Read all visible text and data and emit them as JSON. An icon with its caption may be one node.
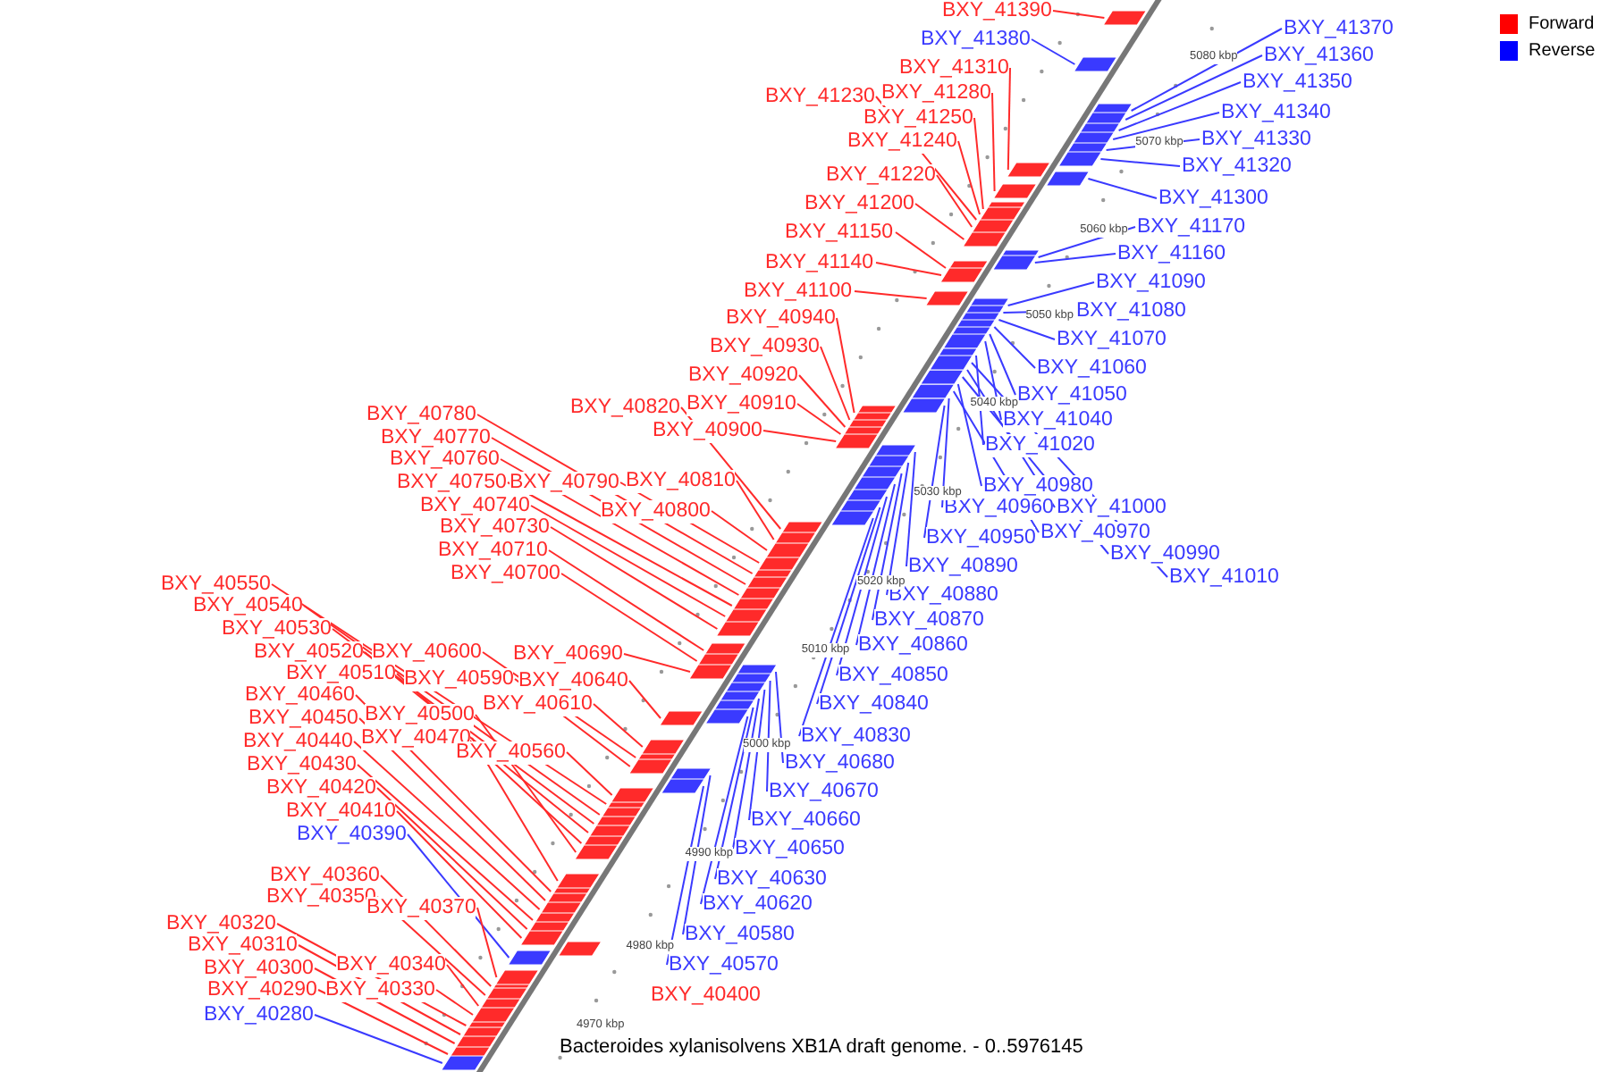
{
  "diagram": {
    "caption": "Bacteroides xylanisolvens XB1A draft genome. - 0..5976145",
    "nodes": [
      {
        "text": [
          "BXY_41390"
        ]
      },
      {
        "text": [
          "BXY_41380"
        ]
      },
      {
        "text": [
          "BXY_41310"
        ]
      },
      {
        "text": [
          "BXY_41280"
        ]
      },
      {
        "text": [
          "BXY_41230"
        ]
      },
      {
        "text": [
          "BXY_41250"
        ]
      },
      {
        "text": [
          "BXY_41240"
        ]
      },
      {
        "text": [
          "BXY_41220"
        ]
      },
      {
        "text": [
          "BXY_41200"
        ]
      },
      {
        "text": [
          "BXY_41150"
        ]
      },
      {
        "text": [
          "BXY_41140"
        ]
      },
      {
        "text": [
          "BXY_41100"
        ]
      },
      {
        "text": [
          "BXY_40940"
        ]
      },
      {
        "text": [
          "BXY_40930"
        ]
      },
      {
        "text": [
          "BXY_40920"
        ]
      },
      {
        "text": [
          "BXY_40910"
        ]
      },
      {
        "text": [
          "BXY_40820"
        ]
      },
      {
        "text": [
          "BXY_40900"
        ]
      },
      {
        "text": [
          "BXY_40780"
        ]
      },
      {
        "text": [
          "BXY_40770"
        ]
      },
      {
        "text": [
          "BXY_40760"
        ]
      },
      {
        "text": [
          "BXY_40750"
        ]
      },
      {
        "text": [
          "BXY_40790"
        ]
      },
      {
        "text": [
          "BXY_40810"
        ]
      },
      {
        "text": [
          "BXY_40740"
        ]
      },
      {
        "text": [
          "BXY_40800"
        ]
      },
      {
        "text": [
          "BXY_40730"
        ]
      },
      {
        "text": [
          "BXY_40710"
        ]
      },
      {
        "text": [
          "BXY_40700"
        ]
      },
      {
        "text": [
          "BXY_40550"
        ]
      },
      {
        "text": [
          "BXY_40540"
        ]
      },
      {
        "text": [
          "BXY_40530"
        ]
      },
      {
        "text": [
          "BXY_40520"
        ]
      },
      {
        "text": [
          "BXY_40600"
        ]
      },
      {
        "text": [
          "BXY_40690"
        ]
      },
      {
        "text": [
          "BXY_40510"
        ]
      },
      {
        "text": [
          "BXY_40590"
        ]
      },
      {
        "text": [
          "BXY_40640"
        ]
      },
      {
        "text": [
          "BXY_40460"
        ]
      },
      {
        "text": [
          "BXY_40610"
        ]
      },
      {
        "text": [
          "BXY_40450"
        ]
      },
      {
        "text": [
          "BXY_40500"
        ]
      },
      {
        "text": [
          "BXY_40440"
        ]
      },
      {
        "text": [
          "BXY_40470"
        ]
      },
      {
        "text": [
          "BXY_40560"
        ]
      },
      {
        "text": [
          "BXY_40430"
        ]
      },
      {
        "text": [
          "BXY_40420"
        ]
      },
      {
        "text": [
          "BXY_40410"
        ]
      },
      {
        "text": [
          "BXY_40390"
        ]
      },
      {
        "text": [
          "BXY_40360"
        ]
      },
      {
        "text": [
          "BXY_40350"
        ]
      },
      {
        "text": [
          "BXY_40370"
        ]
      },
      {
        "text": [
          "BXY_40320"
        ]
      },
      {
        "text": [
          "BXY_40310"
        ]
      },
      {
        "text": [
          "BXY_40340"
        ]
      },
      {
        "text": [
          "BXY_40300"
        ]
      },
      {
        "text": [
          "BXY_40290"
        ]
      },
      {
        "text": [
          "BXY_40330"
        ]
      },
      {
        "text": [
          "BXY_40280"
        ]
      },
      {
        "text": [
          "BXY_41370"
        ]
      },
      {
        "text": [
          "BXY_41360"
        ]
      },
      {
        "text": [
          "BXY_41350"
        ]
      },
      {
        "text": [
          "BXY_41340"
        ]
      },
      {
        "text": [
          "BXY_41330"
        ]
      },
      {
        "text": [
          "BXY_41320"
        ]
      },
      {
        "text": [
          "BXY_41300"
        ]
      },
      {
        "text": [
          "BXY_41170"
        ]
      },
      {
        "text": [
          "BXY_41160"
        ]
      },
      {
        "text": [
          "BXY_41090"
        ]
      },
      {
        "text": [
          "BXY_41080"
        ]
      },
      {
        "text": [
          "BXY_41070"
        ]
      },
      {
        "text": [
          "BXY_41060"
        ]
      },
      {
        "text": [
          "BXY_41050"
        ]
      },
      {
        "text": [
          "BXY_41040"
        ]
      },
      {
        "text": [
          "BXY_41020"
        ]
      },
      {
        "text": [
          "BXY_40980"
        ]
      },
      {
        "text": [
          "BXY_41000"
        ]
      },
      {
        "text": [
          "BXY_40960"
        ]
      },
      {
        "text": [
          "BXY_40970"
        ]
      },
      {
        "text": [
          "BXY_40950"
        ]
      },
      {
        "text": [
          "BXY_40990"
        ]
      },
      {
        "text": [
          "BXY_41010"
        ]
      },
      {
        "text": [
          "BXY_40890"
        ]
      },
      {
        "text": [
          "BXY_40880"
        ]
      },
      {
        "text": [
          "BXY_40870"
        ]
      },
      {
        "text": [
          "BXY_40860"
        ]
      },
      {
        "text": [
          "BXY_40850"
        ]
      },
      {
        "text": [
          "BXY_40840"
        ]
      },
      {
        "text": [
          "BXY_40830"
        ]
      },
      {
        "text": [
          "BXY_40680"
        ]
      },
      {
        "text": [
          "BXY_40670"
        ]
      },
      {
        "text": [
          "BXY_40660"
        ]
      },
      {
        "text": [
          "BXY_40650"
        ]
      },
      {
        "text": [
          "BXY_40630"
        ]
      },
      {
        "text": [
          "BXY_40620"
        ]
      },
      {
        "text": [
          "BXY_40580"
        ]
      },
      {
        "text": [
          "BXY_40570"
        ]
      },
      {
        "text": [
          "BXY_40400"
        ]
      }
    ],
    "edges": [
      {
        "from": 0,
        "to": null,
        "arrow": "none"
      },
      {
        "from": 1,
        "to": null,
        "arrow": "none",
        "color": "#3a3aff"
      },
      {
        "from": 2,
        "to": null,
        "arrow": "none"
      },
      {
        "from": 3,
        "to": null,
        "arrow": "none"
      },
      {
        "from": 4,
        "to": null,
        "arrow": "none"
      },
      {
        "from": 5,
        "to": null,
        "arrow": "none"
      },
      {
        "from": 6,
        "to": null,
        "arrow": "none"
      },
      {
        "from": 7,
        "to": null,
        "arrow": "none"
      },
      {
        "from": 8,
        "to": null,
        "arrow": "none"
      },
      {
        "from": 9,
        "to": null,
        "arrow": "none"
      },
      {
        "from": 10,
        "to": null,
        "arrow": "none"
      },
      {
        "from": 11,
        "to": null,
        "arrow": "none"
      },
      {
        "from": 12,
        "to": null,
        "arrow": "none"
      },
      {
        "from": 13,
        "to": null,
        "arrow": "none"
      },
      {
        "from": 14,
        "to": null,
        "arrow": "none"
      },
      {
        "from": 15,
        "to": null,
        "arrow": "none"
      },
      {
        "from": 16,
        "to": null,
        "arrow": "none"
      },
      {
        "from": 17,
        "to": null,
        "arrow": "none"
      },
      {
        "from": 18,
        "to": null,
        "arrow": "none"
      },
      {
        "from": 19,
        "to": null,
        "arrow": "none"
      },
      {
        "from": 20,
        "to": null,
        "arrow": "none"
      },
      {
        "from": 21,
        "to": null,
        "arrow": "none"
      },
      {
        "from": 22,
        "to": null,
        "arrow": "none"
      },
      {
        "from": 23,
        "to": null,
        "arrow": "none"
      },
      {
        "from": 24,
        "to": null,
        "arrow": "none"
      },
      {
        "from": 25,
        "to": null,
        "arrow": "none"
      },
      {
        "from": 26,
        "to": null,
        "arrow": "none"
      },
      {
        "from": 27,
        "to": null,
        "arrow": "none"
      },
      {
        "from": 28,
        "to": null,
        "arrow": "none"
      },
      {
        "from": 29,
        "to": null,
        "arrow": "none"
      },
      {
        "from": 30,
        "to": null,
        "arrow": "none"
      },
      {
        "from": 31,
        "to": null,
        "arrow": "none"
      },
      {
        "from": 32,
        "to": null,
        "arrow": "none"
      },
      {
        "from": 33,
        "to": null,
        "arrow": "none"
      },
      {
        "from": 34,
        "to": null,
        "arrow": "none"
      },
      {
        "from": 35,
        "to": null,
        "arrow": "none"
      },
      {
        "from": 36,
        "to": null,
        "arrow": "none"
      },
      {
        "from": 37,
        "to": null,
        "arrow": "none"
      },
      {
        "from": 38,
        "to": null,
        "arrow": "none"
      },
      {
        "from": 39,
        "to": null,
        "arrow": "none"
      },
      {
        "from": 40,
        "to": null,
        "arrow": "none"
      },
      {
        "from": 41,
        "to": null,
        "arrow": "none"
      },
      {
        "from": 42,
        "to": null,
        "arrow": "none"
      },
      {
        "from": 43,
        "to": null,
        "arrow": "none"
      },
      {
        "from": 44,
        "to": null,
        "arrow": "none"
      },
      {
        "from": 45,
        "to": null,
        "arrow": "none"
      },
      {
        "from": 46,
        "to": null,
        "arrow": "none"
      },
      {
        "from": 47,
        "to": null,
        "arrow": "none"
      },
      {
        "from": 48,
        "to": null,
        "arrow": "none",
        "color": "#3a3aff"
      },
      {
        "from": 49,
        "to": null,
        "arrow": "none"
      },
      {
        "from": 50,
        "to": null,
        "arrow": "none"
      },
      {
        "from": 51,
        "to": null,
        "arrow": "none"
      },
      {
        "from": 52,
        "to": null,
        "arrow": "none"
      },
      {
        "from": 53,
        "to": null,
        "arrow": "none"
      },
      {
        "from": 54,
        "to": null,
        "arrow": "none"
      },
      {
        "from": 55,
        "to": null,
        "arrow": "none"
      },
      {
        "from": 56,
        "to": null,
        "arrow": "none"
      },
      {
        "from": 57,
        "to": null,
        "arrow": "none"
      },
      {
        "from": 58,
        "to": null,
        "arrow": "none",
        "color": "#3a3aff"
      },
      {
        "from": 59,
        "to": null,
        "arrow": "none",
        "color": "#3a3aff"
      },
      {
        "from": 60,
        "to": null,
        "arrow": "none",
        "color": "#3a3aff"
      },
      {
        "from": 61,
        "to": null,
        "arrow": "none",
        "color": "#3a3aff"
      },
      {
        "from": 62,
        "to": null,
        "arrow": "none",
        "color": "#3a3aff"
      },
      {
        "from": 63,
        "to": null,
        "arrow": "none",
        "color": "#3a3aff"
      },
      {
        "from": 64,
        "to": null,
        "arrow": "none",
        "color": "#3a3aff"
      },
      {
        "from": 65,
        "to": null,
        "arrow": "none",
        "color": "#3a3aff"
      },
      {
        "from": 66,
        "to": null,
        "arrow": "none",
        "color": "#3a3aff"
      },
      {
        "from": 67,
        "to": null,
        "arrow": "none",
        "color": "#3a3aff"
      },
      {
        "from": 68,
        "to": null,
        "arrow": "none",
        "color": "#3a3aff"
      },
      {
        "from": 69,
        "to": null,
        "arrow": "none",
        "color": "#3a3aff"
      },
      {
        "from": 70,
        "to": null,
        "arrow": "none",
        "color": "#3a3aff"
      },
      {
        "from": 71,
        "to": null,
        "arrow": "none",
        "color": "#3a3aff"
      },
      {
        "from": 72,
        "to": null,
        "arrow": "none",
        "color": "#3a3aff"
      },
      {
        "from": 73,
        "to": null,
        "arrow": "none",
        "color": "#3a3aff"
      },
      {
        "from": 74,
        "to": null,
        "arrow": "none",
        "color": "#3a3aff"
      },
      {
        "from": 75,
        "to": null,
        "arrow": "none",
        "color": "#3a3aff"
      },
      {
        "from": 76,
        "to": null,
        "arrow": "none",
        "color": "#3a3aff"
      },
      {
        "from": 77,
        "to": null,
        "arrow": "none",
        "color": "#3a3aff"
      },
      {
        "from": 78,
        "to": null,
        "arrow": "none",
        "color": "#3a3aff"
      },
      {
        "from": 79,
        "to": null,
        "arrow": "none",
        "color": "#3a3aff"
      },
      {
        "from": 80,
        "to": null,
        "arrow": "none",
        "color": "#3a3aff"
      },
      {
        "from": 81,
        "to": null,
        "arrow": "none",
        "color": "#3a3aff"
      },
      {
        "from": 82,
        "to": null,
        "arrow": "none",
        "color": "#3a3aff"
      },
      {
        "from": 83,
        "to": null,
        "arrow": "none",
        "color": "#3a3aff"
      },
      {
        "from": 84,
        "to": null,
        "arrow": "none",
        "color": "#3a3aff"
      },
      {
        "from": 85,
        "to": null,
        "arrow": "none",
        "color": "#3a3aff"
      },
      {
        "from": 86,
        "to": null,
        "arrow": "none",
        "color": "#3a3aff"
      },
      {
        "from": 87,
        "to": null,
        "arrow": "none",
        "color": "#3a3aff"
      },
      {
        "from": 88,
        "to": null,
        "arrow": "none",
        "color": "#3a3aff"
      },
      {
        "from": 89,
        "to": null,
        "arrow": "none",
        "color": "#3a3aff"
      },
      {
        "from": 90,
        "to": null,
        "arrow": "none",
        "color": "#3a3aff"
      },
      {
        "from": 91,
        "to": null,
        "arrow": "none",
        "color": "#3a3aff"
      },
      {
        "from": 92,
        "to": null,
        "arrow": "none",
        "color": "#3a3aff"
      },
      {
        "from": 93,
        "to": null,
        "arrow": "none",
        "color": "#3a3aff"
      },
      {
        "from": 94,
        "to": null,
        "arrow": "none",
        "color": "#3a3aff"
      },
      {
        "from": 95,
        "to": null,
        "arrow": "none",
        "color": "#3a3aff"
      },
      {
        "from": 96,
        "to": null,
        "arrow": "none",
        "color": "#3a3aff"
      }
    ],
    "labels": [
      "4970 kbp",
      "4980 kbp",
      "4990 kbp",
      "5000 kbp",
      "5010 kbp",
      "5020 kbp",
      "5030 kbp",
      "5040 kbp",
      "5050 kbp",
      "5060 kbp",
      "5070 kbp",
      "5080 kbp"
    ],
    "legend": [
      {
        "text": "Forward",
        "color": "#ff0000"
      },
      {
        "text": "Reverse",
        "color": "#0000ff"
      }
    ]
  }
}
